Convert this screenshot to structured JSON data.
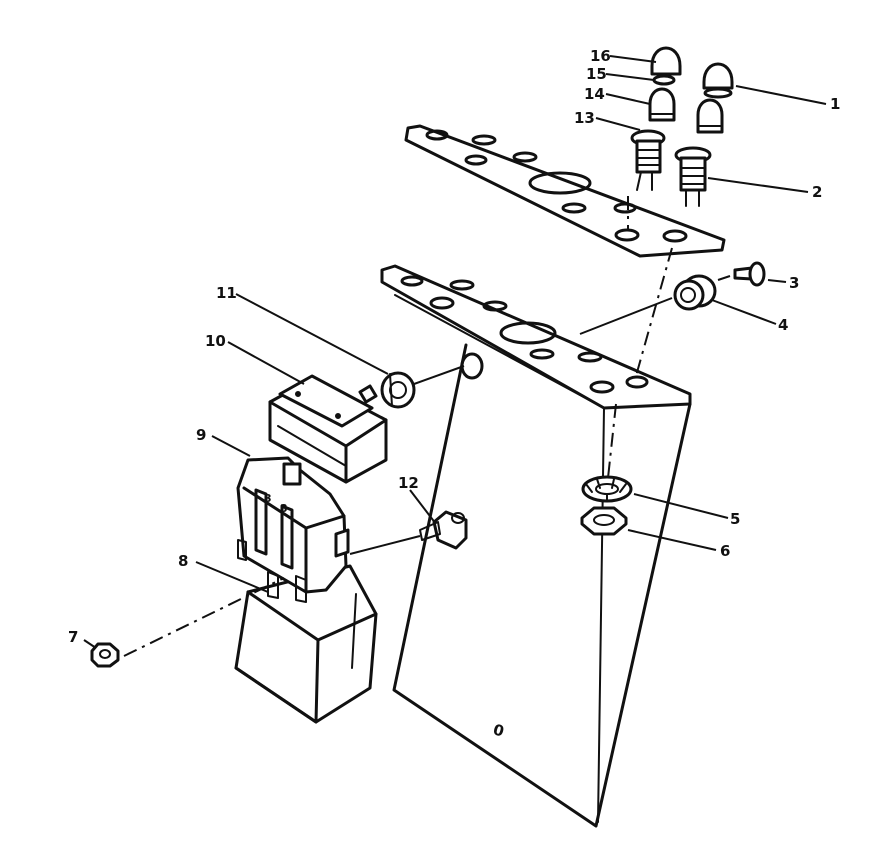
{
  "callouts": {
    "c1": "1",
    "c2": "2",
    "c3": "3",
    "c4": "4",
    "c5": "5",
    "c6": "6",
    "c7": "7",
    "c8": "8",
    "c9": "9",
    "c10": "10",
    "c11": "11",
    "c12": "12",
    "c13": "13",
    "c14": "14",
    "c15": "15",
    "c16": "16"
  },
  "panel_marking": "0",
  "label_marks": {
    "left": "3",
    "right": "3"
  }
}
